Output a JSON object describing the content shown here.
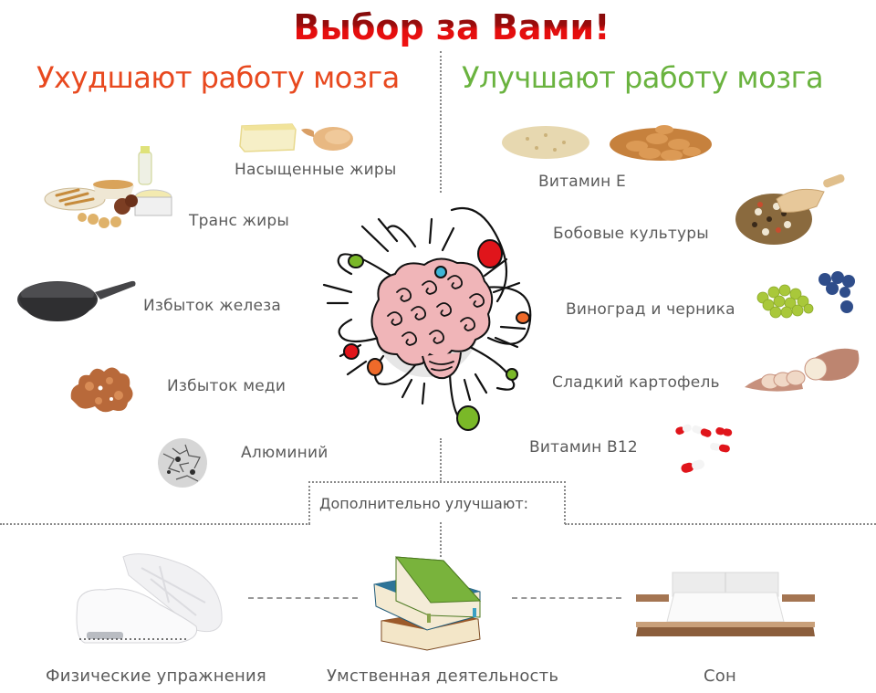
{
  "title": "Выбор за Вами!",
  "headings": {
    "worsen": "Ухудшают работу мозга",
    "improve": "Улучшают работу мозга"
  },
  "worsen_items": [
    {
      "label": "Насыщенные жиры",
      "icon": "cheese-and-chicken-leg-icon"
    },
    {
      "label": "Транс жиры",
      "icon": "snack-foods-and-margarine-icon"
    },
    {
      "label": "Избыток железа",
      "icon": "cast-iron-skillet-icon"
    },
    {
      "label": "Избыток меди",
      "icon": "copper-nugget-icon"
    },
    {
      "label": "Алюминий",
      "icon": "aluminum-foil-ball-icon"
    }
  ],
  "improve_items": [
    {
      "label": "Витамин E",
      "icon": "seeds-and-almonds-icon"
    },
    {
      "label": "Бобовые культуры",
      "icon": "legumes-with-scoop-icon"
    },
    {
      "label": "Виноград и черника",
      "icon": "grapes-and-blueberries-icon"
    },
    {
      "label": "Сладкий картофель",
      "icon": "sweet-potato-icon"
    },
    {
      "label": "Витамин B12",
      "icon": "capsules-icon"
    }
  ],
  "additional": {
    "heading": "Дополнительно улучшают:",
    "items": [
      {
        "label": "Физические упражнения",
        "icon": "sneakers-icon"
      },
      {
        "label": "Умственная деятельность",
        "icon": "books-stack-icon"
      },
      {
        "label": "Сон",
        "icon": "bed-icon"
      }
    ]
  },
  "center_image": "brain-with-orbits-icon",
  "colors": {
    "title_red": "#e00d0d",
    "worsen_orange": "#e8491f",
    "improve_green": "#6ab33f",
    "label_gray": "#5b5b5b",
    "brain_pink": "#f0b5b8",
    "orb_green": "#7ab828",
    "orb_red": "#e0151b",
    "orb_orange": "#ef6a2a",
    "orb_cyan": "#3fb5d6"
  }
}
